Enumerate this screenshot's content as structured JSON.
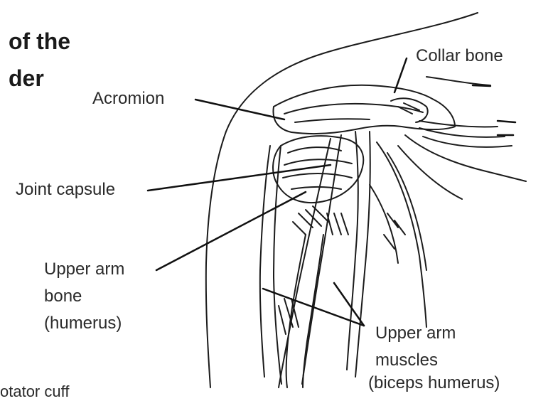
{
  "title": {
    "line1": "of the",
    "line2": "der"
  },
  "labels": {
    "collar_bone": "Collar bone",
    "acromion": "Acromion",
    "joint_capsule": "Joint capsule",
    "upper_arm_bone": [
      "Upper arm",
      "bone",
      "(humerus)"
    ],
    "upper_arm_muscles": [
      "Upper arm",
      "muscles",
      "(biceps humerus)"
    ],
    "bottom_fragment": "otator cuff"
  }
}
